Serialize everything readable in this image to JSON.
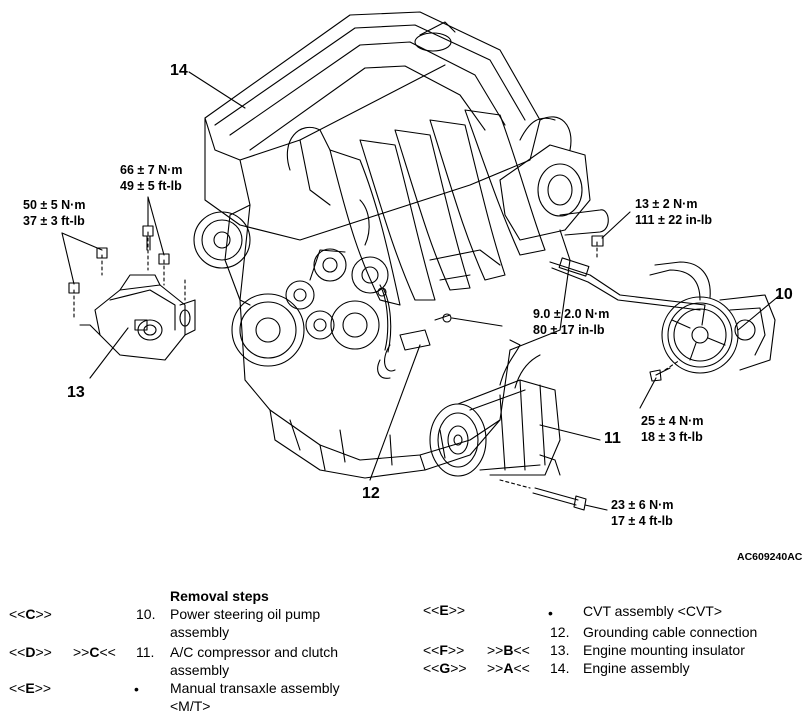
{
  "figure": {
    "code": "AC609240AC",
    "callouts": {
      "c14": "14",
      "c13": "13",
      "c12": "12",
      "c11": "11",
      "c10": "10"
    },
    "torques": {
      "t_mount_left": [
        "50 ± 5 N·m",
        "37 ± 3 ft-lb"
      ],
      "t_mount_top": [
        "66 ± 7 N·m",
        "49 ± 5 ft-lb"
      ],
      "t_ps_top": [
        "13 ± 2 N·m",
        "111 ± 22 in-lb"
      ],
      "t_ground": [
        "9.0 ± 2.0 N·m",
        "80 ± 17 in-lb"
      ],
      "t_ps_bolt": [
        "25 ± 4 N·m",
        "18 ± 3 ft-lb"
      ],
      "t_ac_bolt": [
        "23 ± 6 N·m",
        "17 ± 4 ft-lb"
      ]
    }
  },
  "steps": {
    "heading": "Removal steps",
    "left": [
      {
        "codes": [
          "<<",
          "C",
          ">>",
          "",
          "",
          ""
        ],
        "num": "10.",
        "text": [
          "Power steering oil pump",
          "assembly"
        ]
      },
      {
        "codes": [
          "<<",
          "D",
          ">>",
          ">>",
          "C",
          "<<"
        ],
        "num": "11.",
        "text": [
          "A/C compressor and clutch",
          "assembly"
        ]
      },
      {
        "codes": [
          "<<",
          "E",
          ">>",
          "",
          "",
          ""
        ],
        "num": "•",
        "text": [
          "Manual transaxle assembly",
          "<M/T>"
        ]
      }
    ],
    "right": [
      {
        "codes": [
          "<<",
          "E",
          ">>",
          "",
          "",
          ""
        ],
        "num": "•",
        "text": [
          "CVT assembly <CVT>"
        ]
      },
      {
        "codes": [
          "",
          "",
          "",
          "",
          "",
          ""
        ],
        "num": "12.",
        "text": [
          "Grounding cable connection"
        ]
      },
      {
        "codes": [
          "<<",
          "F",
          ">>",
          ">>",
          "B",
          "<<"
        ],
        "num": "13.",
        "text": [
          "Engine mounting insulator"
        ]
      },
      {
        "codes": [
          "<<",
          "G",
          ">>",
          ">>",
          "A",
          "<<"
        ],
        "num": "14.",
        "text": [
          "Engine assembly"
        ]
      }
    ]
  }
}
